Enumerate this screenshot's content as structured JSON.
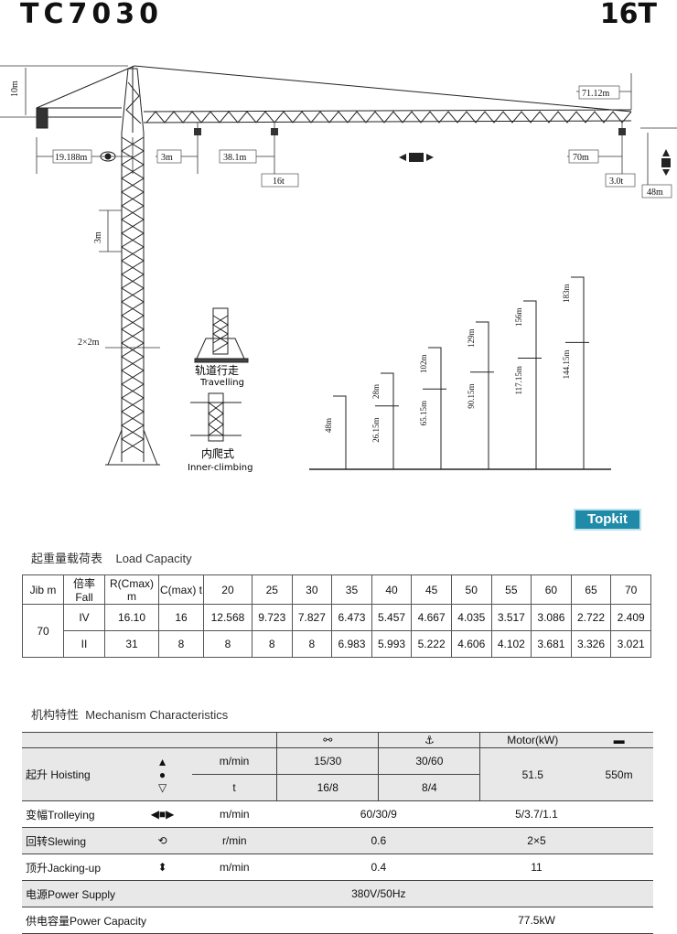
{
  "header": {
    "model": "TC7030",
    "capacity": "16T"
  },
  "diagram": {
    "dims": {
      "top_height": "10m",
      "counter_jib": "19.188m",
      "hook_offset": "3m",
      "jib_mid": "38.1m",
      "load_mid": "16t",
      "jib_end": "71.12m",
      "jib_radius": "70m",
      "load_end": "3.0t",
      "free_height": "48m",
      "section_height": "3m",
      "section_width": "2×2m"
    },
    "configs": [
      {
        "label_cn": "轨道行走",
        "label_en": "Travelling"
      },
      {
        "label_cn": "内爬式",
        "label_en": "Inner-climbing"
      }
    ],
    "heights": [
      {
        "upper": "",
        "lower": "48m"
      },
      {
        "upper": "28m",
        "lower": "26.15m"
      },
      {
        "upper": "102m",
        "lower": "65.15m"
      },
      {
        "upper": "129m",
        "lower": "90.15m"
      },
      {
        "upper": "156m",
        "lower": "117.15m"
      },
      {
        "upper": "183m",
        "lower": "144.15m"
      }
    ]
  },
  "brand": "Topkit",
  "load_capacity": {
    "title_cn": "起重量载荷表",
    "title_en": "Load Capacity",
    "headers": [
      "Jib m",
      "倍率 Fall",
      "R(Cmax) m",
      "C(max) t",
      "20",
      "25",
      "30",
      "35",
      "40",
      "45",
      "50",
      "55",
      "60",
      "65",
      "70"
    ],
    "jib": "70",
    "rows": [
      {
        "fall": "IV",
        "r": "16.10",
        "c": "16",
        "values": [
          "12.568",
          "9.723",
          "7.827",
          "6.473",
          "5.457",
          "4.667",
          "4.035",
          "3.517",
          "3.086",
          "2.722",
          "2.409"
        ]
      },
      {
        "fall": "II",
        "r": "31",
        "c": "8",
        "values": [
          "8",
          "8",
          "8",
          "6.983",
          "5.993",
          "5.222",
          "4.606",
          "4.102",
          "3.681",
          "3.326",
          "3.021"
        ]
      }
    ]
  },
  "mechanism": {
    "title_cn": "机构特性",
    "title_en": "Mechanism  Characteristics",
    "motor_header": "Motor(kW)",
    "hoisting": {
      "label": "起升 Hoisting",
      "unit1": "m/min",
      "unit2": "t",
      "v1a": "15/30",
      "v1b": "30/60",
      "v2a": "16/8",
      "v2b": "8/4",
      "motor": "51.5",
      "rope": "550m"
    },
    "rows": [
      {
        "label": "变幅Trolleying",
        "unit": "m/min",
        "value": "60/30/9",
        "motor": "5/3.7/1.1"
      },
      {
        "label": "回转Slewing",
        "unit": "r/min",
        "value": "0.6",
        "motor": "2×5"
      },
      {
        "label": "顶升Jacking-up",
        "unit": "m/min",
        "value": "0.4",
        "motor": "11"
      },
      {
        "label": "电源Power Supply",
        "value": "380V/50Hz"
      },
      {
        "label": "供电容量Power Capacity",
        "motor": "77.5kW"
      }
    ]
  }
}
